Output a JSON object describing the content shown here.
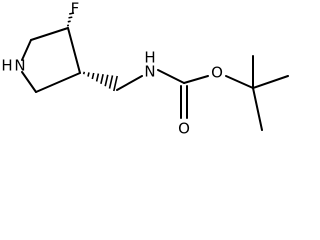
{
  "molecule": {
    "atoms": {
      "fluorine": "F",
      "ring_nitrogen": "N",
      "ring_nitrogen_h": "H",
      "amide_nitrogen": "N",
      "amide_nitrogen_h": "H",
      "ester_oxygen": "O",
      "carbonyl_oxygen": "O"
    }
  },
  "colors": {
    "bond": "#000000",
    "label": "#000000",
    "background": "#ffffff"
  }
}
